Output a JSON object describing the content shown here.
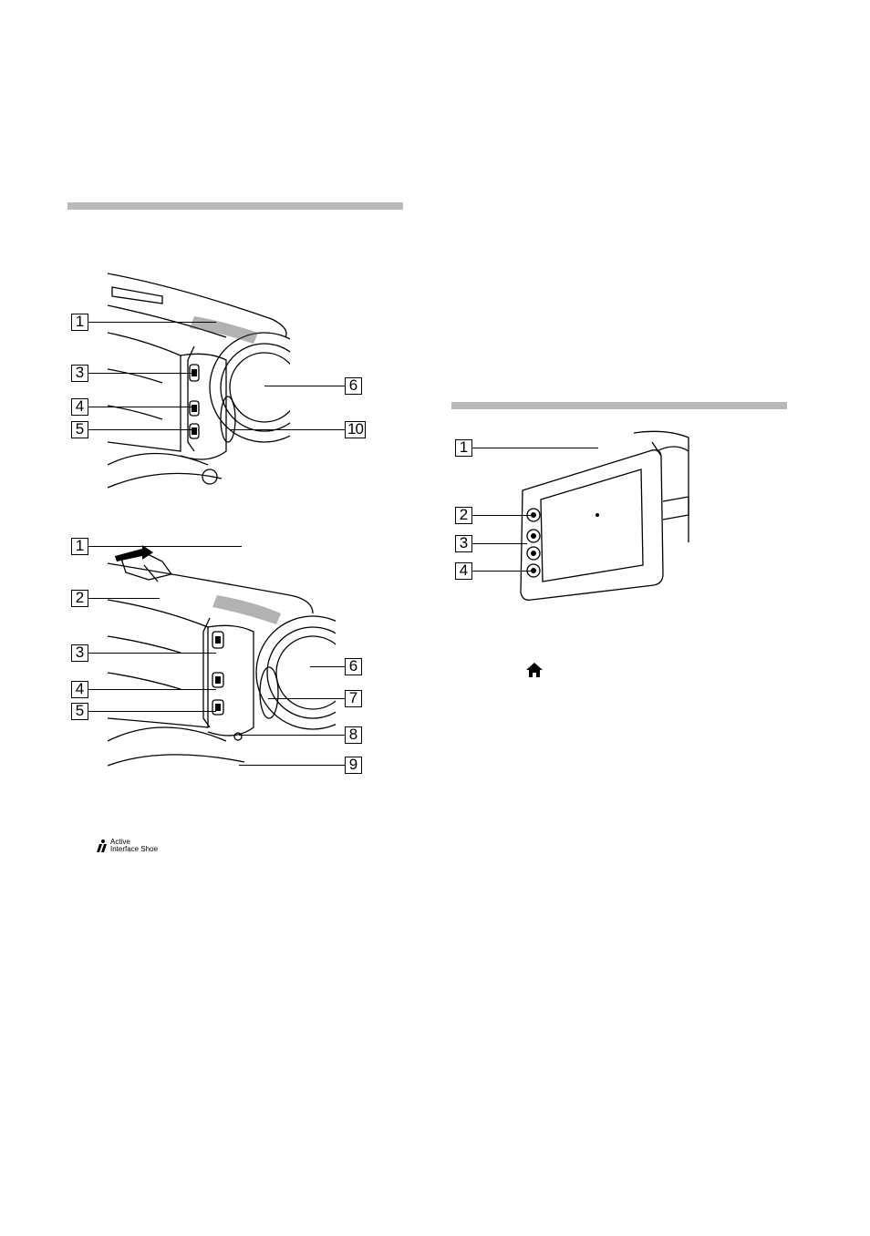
{
  "left_figure_top": {
    "callouts": [
      "1",
      "3",
      "4",
      "5",
      "6",
      "10"
    ]
  },
  "left_figure_bottom": {
    "callouts": [
      "1",
      "2",
      "3",
      "4",
      "5",
      "6",
      "7",
      "8",
      "9"
    ]
  },
  "right_figure": {
    "callouts": [
      "1",
      "2",
      "3",
      "4"
    ]
  },
  "logo": {
    "line1": "Active",
    "line2": "Interface Shoe"
  },
  "icons": {
    "home": "home-icon"
  },
  "colors": {
    "rule": "#b9b9b9",
    "ink": "#000000"
  }
}
